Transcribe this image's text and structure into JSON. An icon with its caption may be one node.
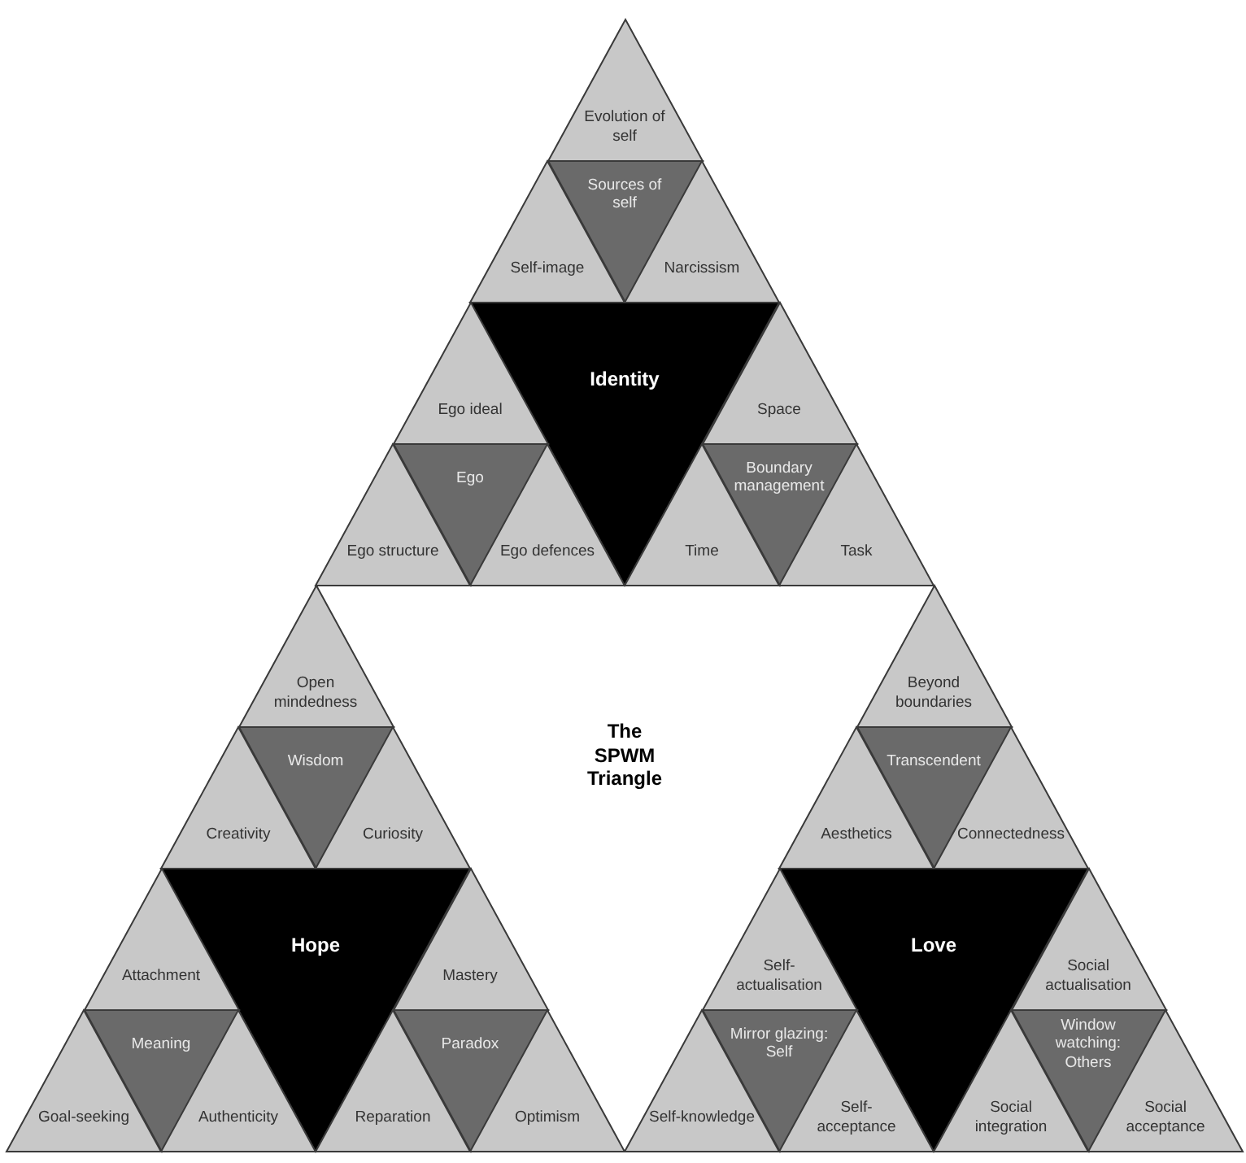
{
  "diagram": {
    "nodes": [
      {
        "text": [
          "Evolution of self"
        ]
      },
      {
        "text": [
          "Sources of self"
        ]
      },
      {
        "text": [
          "Self-image"
        ]
      },
      {
        "text": [
          "Narcissism"
        ]
      },
      {
        "text": [
          "Identity"
        ]
      },
      {
        "text": [
          "Ego ideal"
        ]
      },
      {
        "text": [
          "Ego"
        ]
      },
      {
        "text": [
          "Ego structure"
        ]
      },
      {
        "text": [
          "Ego defences"
        ]
      },
      {
        "text": [
          "Space"
        ]
      },
      {
        "text": [
          "Boundary management"
        ]
      },
      {
        "text": [
          "Time"
        ]
      },
      {
        "text": [
          "Task"
        ]
      },
      {
        "text": [
          "Open mindedness"
        ]
      },
      {
        "text": [
          "Wisdom"
        ]
      },
      {
        "text": [
          "Creativity"
        ]
      },
      {
        "text": [
          "Curiosity"
        ]
      },
      {
        "text": [
          "Hope"
        ]
      },
      {
        "text": [
          "Attachment"
        ]
      },
      {
        "text": [
          "Meaning"
        ]
      },
      {
        "text": [
          "Goal-seeking"
        ]
      },
      {
        "text": [
          "Authenticity"
        ]
      },
      {
        "text": [
          "Mastery"
        ]
      },
      {
        "text": [
          "Paradox"
        ]
      },
      {
        "text": [
          "Reparation"
        ]
      },
      {
        "text": [
          "Optimism"
        ]
      },
      {
        "text": [
          "Beyond boundaries"
        ]
      },
      {
        "text": [
          "Transcendent"
        ]
      },
      {
        "text": [
          "Aesthetics"
        ]
      },
      {
        "text": [
          "Connectedness"
        ]
      },
      {
        "text": [
          "Love"
        ]
      },
      {
        "text": [
          "Self-actualisation"
        ]
      },
      {
        "text": [
          "Mirror glazing: Self"
        ]
      },
      {
        "text": [
          "Self-knowledge"
        ]
      },
      {
        "text": [
          "Self-acceptance"
        ]
      },
      {
        "text": [
          "Social actualisation"
        ]
      },
      {
        "text": [
          "Window watching: Others"
        ]
      },
      {
        "text": [
          "Social integration"
        ]
      },
      {
        "text": [
          "Social acceptance"
        ]
      },
      {
        "text": [
          "The SPWM Triangle"
        ]
      }
    ]
  }
}
